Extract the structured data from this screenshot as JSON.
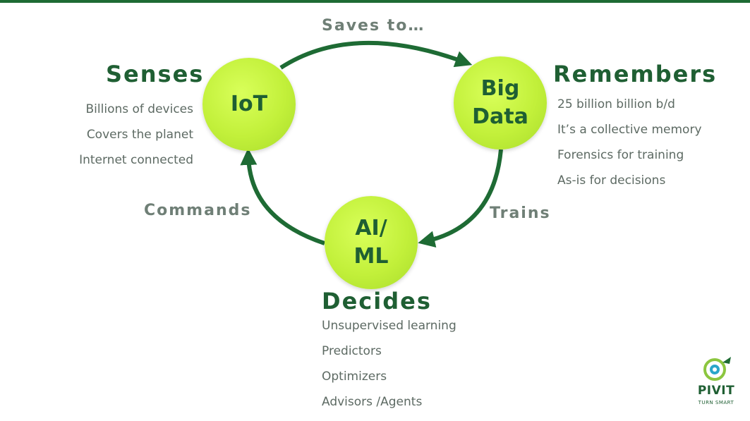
{
  "diagram": {
    "nodes": {
      "iot": {
        "line1": "IoT",
        "line2": ""
      },
      "bigdata": {
        "line1": "Big",
        "line2": "Data"
      },
      "aiml": {
        "line1": "AI/",
        "line2": "ML"
      }
    },
    "edges": {
      "saves_to": "Saves to…",
      "trains": "Trains",
      "commands": "Commands"
    },
    "sections": {
      "senses": {
        "heading": "Senses",
        "items": [
          "Billions of devices",
          "Covers the planet",
          "Internet connected"
        ]
      },
      "remembers": {
        "heading": "Remembers",
        "items": [
          "25 billion billion b/d",
          "It’s a collective memory",
          "Forensics for training",
          "As-is for decisions"
        ]
      },
      "decides": {
        "heading": "Decides",
        "items": [
          "Unsupervised learning",
          "Predictors",
          "Optimizers",
          "Advisors /Agents"
        ]
      }
    }
  },
  "logo": {
    "name": "PIVIT",
    "tagline": "TURN SMART"
  },
  "colors": {
    "arrow": "#1e6b34",
    "node": "#c2f03a",
    "heading": "#1f5f33",
    "text": "#5d6a63"
  }
}
